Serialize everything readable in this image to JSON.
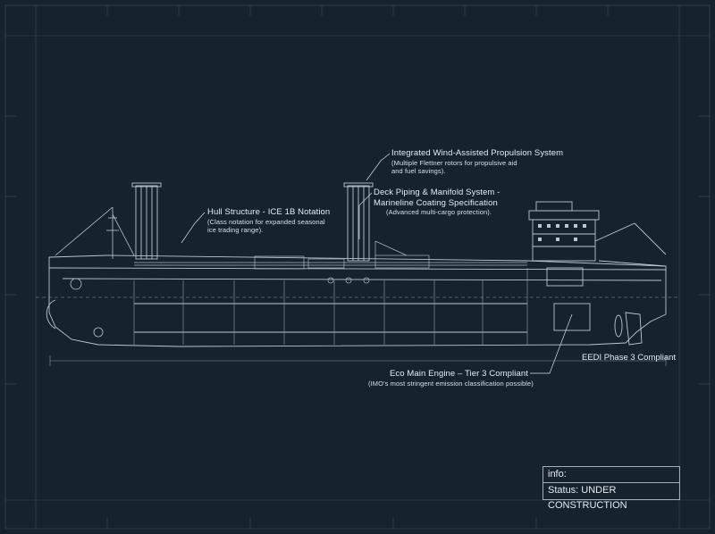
{
  "annotations": {
    "wind": {
      "title": "Integrated Wind-Assisted Propulsion System",
      "line1": "(Multiple Flettner rotors for propulsive aid",
      "line2": "and fuel savings)."
    },
    "deck": {
      "title1": "Deck Piping & Manifold System -",
      "title2": "Marineline Coating Specification",
      "line1": "(Advanced multi-cargo protection)."
    },
    "hull": {
      "title": "Hull Structure - ICE 1B Notation",
      "line1": "(Class notation for expanded seasonal",
      "line2": "ice trading range)."
    },
    "engine": {
      "title": "Eco Main Engine – Tier 3 Compliant",
      "line1": "(IMO's most stringent emission classification possible)"
    }
  },
  "eedi_label": "EEDI Phase 3 Compliant",
  "info_panel": {
    "label": "info:",
    "status": "Status: UNDER CONSTRUCTION"
  },
  "colors": {
    "background": "#16222c",
    "line": "#b9c7d1",
    "text": "#e6edf2"
  }
}
